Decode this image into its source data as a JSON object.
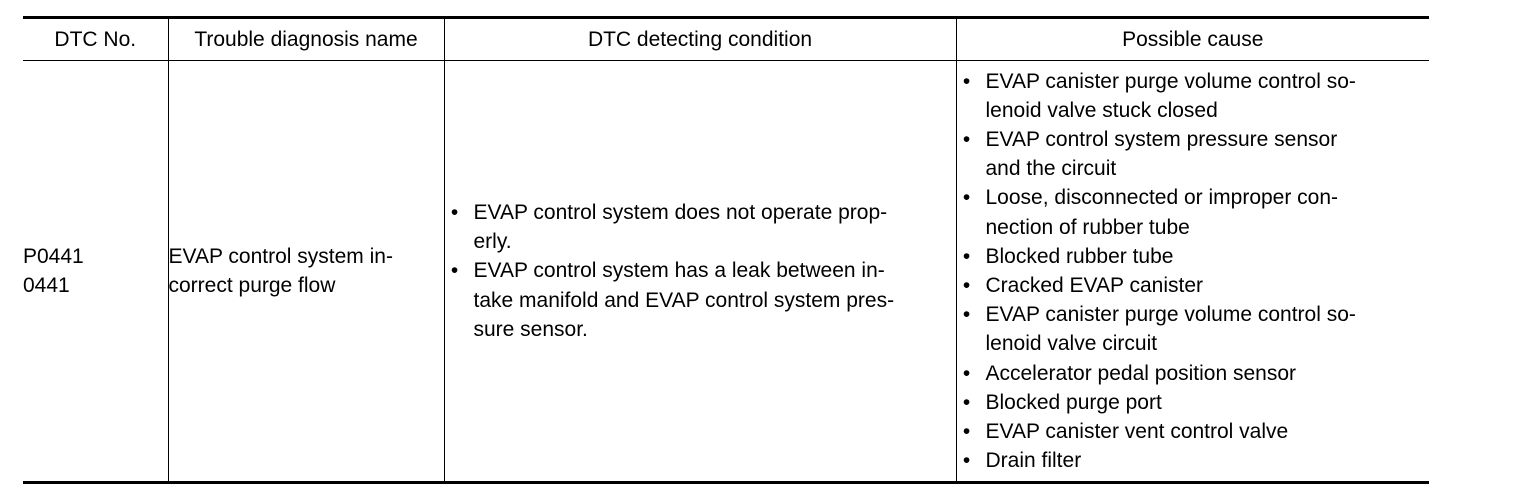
{
  "table": {
    "headers": {
      "dtc_no": "DTC No.",
      "name": "Trouble diagnosis name",
      "condition": "DTC detecting condition",
      "cause": "Possible cause"
    },
    "row": {
      "dtc_no_lines": [
        "P0441",
        "0441"
      ],
      "name_lines": [
        "EVAP control system in-",
        "correct purge flow"
      ],
      "conditions": [
        [
          "EVAP control system does not operate prop-",
          "erly."
        ],
        [
          "EVAP control system has a leak between in-",
          "take manifold and EVAP control system pres-",
          "sure sensor."
        ]
      ],
      "causes": [
        [
          "EVAP canister purge volume control so-",
          "lenoid valve stuck closed"
        ],
        [
          "EVAP control system pressure sensor",
          "and the circuit"
        ],
        [
          "Loose, disconnected or improper con-",
          "nection of rubber tube"
        ],
        [
          "Blocked rubber tube"
        ],
        [
          "Cracked EVAP canister"
        ],
        [
          "EVAP canister purge volume control so-",
          "lenoid valve circuit"
        ],
        [
          "Accelerator pedal position sensor"
        ],
        [
          "Blocked purge port"
        ],
        [
          "EVAP canister vent control valve"
        ],
        [
          "Drain filter"
        ]
      ]
    },
    "bullet_glyph": "•"
  }
}
